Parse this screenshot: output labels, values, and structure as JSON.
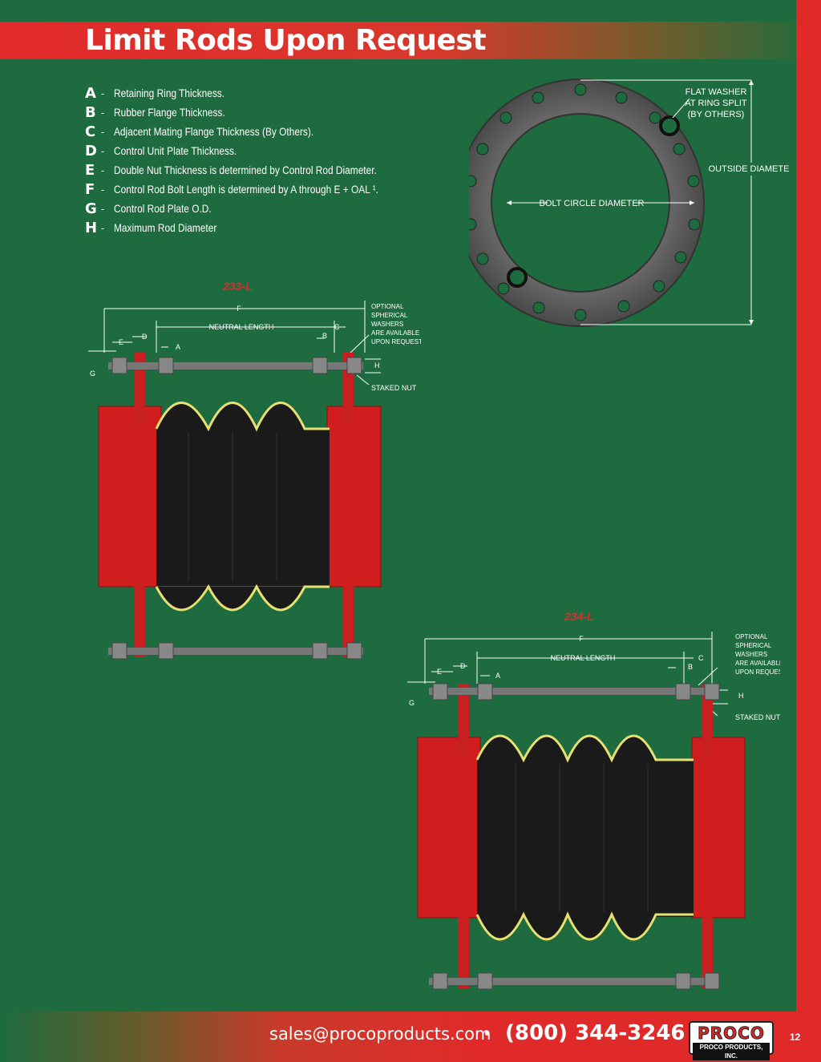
{
  "page": {
    "title": "Limit Rods Upon Request",
    "page_number": "12"
  },
  "legend": [
    {
      "letter": "A",
      "text": "Retaining Ring Thickness."
    },
    {
      "letter": "B",
      "text": "Rubber Flange Thickness."
    },
    {
      "letter": "C",
      "text": "Adjacent Mating Flange Thickness (By Others)."
    },
    {
      "letter": "D",
      "text": "Control Unit Plate Thickness."
    },
    {
      "letter": "E",
      "text": "Double Nut Thickness is determined by Control Rod Diameter."
    },
    {
      "letter": "F",
      "text": "Control Rod Bolt Length is determined by A through E + OAL ¹."
    },
    {
      "letter": "G",
      "text": "Control Rod Plate O.D."
    },
    {
      "letter": "H",
      "text": "Maximum Rod Diameter"
    }
  ],
  "plate_diagram": {
    "flat_washer_1": "FLAT WASHER",
    "flat_washer_2": "AT RING SPLIT",
    "flat_washer_3": "(BY OTHERS)",
    "outside_diameter": "OUTSIDE DIAMETER",
    "bolt_circle": "BOLT CIRCLE DIAMETER"
  },
  "joint_233": {
    "model": "233-L",
    "f": "F",
    "neutral_length": "NEUTRAL LENGTH",
    "e": "E",
    "d": "D",
    "a": "A",
    "b": "B",
    "c": "C",
    "g": "G",
    "h": "H",
    "optional_1": "OPTIONAL",
    "optional_2": "SPHERICAL",
    "optional_3": "WASHERS",
    "optional_4": "ARE AVAILABLE",
    "optional_5": "UPON REQUEST",
    "staked_nut": "STAKED NUT"
  },
  "joint_234": {
    "model": "234-L",
    "f": "F",
    "neutral_length": "NEUTRAL LENGTH",
    "e": "E",
    "d": "D",
    "a": "A",
    "b": "B",
    "c": "C",
    "g": "G",
    "h": "H",
    "optional_1": "OPTIONAL",
    "optional_2": "SPHERICAL",
    "optional_3": "WASHERS",
    "optional_4": "ARE AVAILABLE",
    "optional_5": "UPON REQUEST",
    "staked_nut": "STAKED NUT"
  },
  "footer": {
    "email": "sales@procoproducts.com",
    "separator": "•",
    "phone": "(800) 344-3246",
    "logo_big": "PROCO",
    "logo_small": "PROCO PRODUCTS, INC."
  },
  "colors": {
    "background": "#1e6b3f",
    "accent_red": "#e02a2a",
    "rubber": "#1a1a1a",
    "ring_yellow": "#e8e070"
  }
}
